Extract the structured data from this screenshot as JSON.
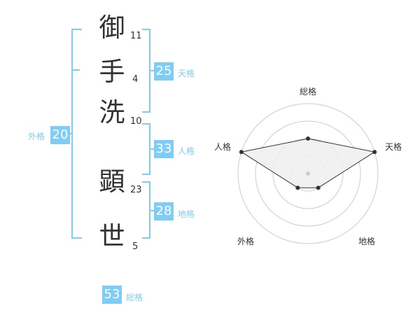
{
  "name": {
    "chars": [
      {
        "char": "御",
        "strokes": "11"
      },
      {
        "char": "手",
        "strokes": "4"
      },
      {
        "char": "洗",
        "strokes": "10"
      },
      {
        "char": "顕",
        "strokes": "23"
      },
      {
        "char": "世",
        "strokes": "5"
      }
    ]
  },
  "fortunes": {
    "tenkaku": {
      "value": "25",
      "label": "天格"
    },
    "jinkaku": {
      "value": "33",
      "label": "人格"
    },
    "chikaku": {
      "value": "28",
      "label": "地格"
    },
    "gaikaku": {
      "value": "20",
      "label": "外格"
    },
    "soukaku": {
      "value": "53",
      "label": "総格"
    }
  },
  "radar": {
    "axes": [
      "総格",
      "天格",
      "地格",
      "外格",
      "人格"
    ],
    "levels": 4,
    "values": [
      0.5,
      1.0,
      0.25,
      0.25,
      1.0
    ],
    "colors": {
      "fill": "#eeeeee",
      "stroke": "#333333",
      "grid": "#cccccc",
      "point": "#333333",
      "center": "#cccccc"
    }
  },
  "colors": {
    "accent": "#7fcdf4",
    "text": "#333333"
  }
}
